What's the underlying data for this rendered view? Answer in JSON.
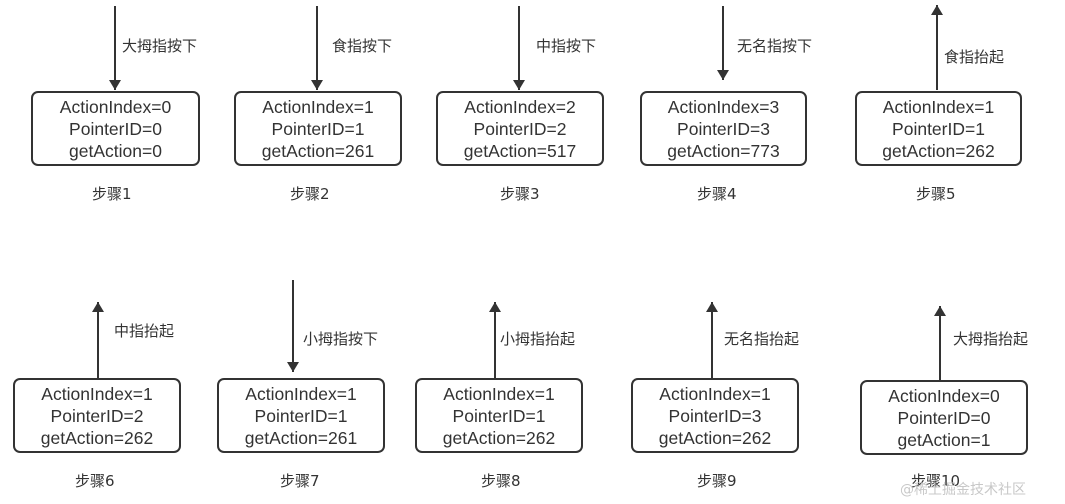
{
  "steps": [
    {
      "label": "大拇指按下",
      "action_index": "ActionIndex=0",
      "pointer_id": "PointerID=0",
      "get_action": "getAction=0",
      "step_label": "步骤1",
      "direction": "down"
    },
    {
      "label": "食指按下",
      "action_index": "ActionIndex=1",
      "pointer_id": "PointerID=1",
      "get_action": "getAction=261",
      "step_label": "步骤2",
      "direction": "down"
    },
    {
      "label": "中指按下",
      "action_index": "ActionIndex=2",
      "pointer_id": "PointerID=2",
      "get_action": "getAction=517",
      "step_label": "步骤3",
      "direction": "down"
    },
    {
      "label": "无名指按下",
      "action_index": "ActionIndex=3",
      "pointer_id": "PointerID=3",
      "get_action": "getAction=773",
      "step_label": "步骤4",
      "direction": "down"
    },
    {
      "label": "食指抬起",
      "action_index": "ActionIndex=1",
      "pointer_id": "PointerID=1",
      "get_action": "getAction=262",
      "step_label": "步骤5",
      "direction": "up"
    },
    {
      "label": "中指抬起",
      "action_index": "ActionIndex=1",
      "pointer_id": "PointerID=2",
      "get_action": "getAction=262",
      "step_label": "步骤6",
      "direction": "up"
    },
    {
      "label": "小拇指按下",
      "action_index": "ActionIndex=1",
      "pointer_id": "PointerID=1",
      "get_action": "getAction=261",
      "step_label": "步骤7",
      "direction": "down"
    },
    {
      "label": "小拇指抬起",
      "action_index": "ActionIndex=1",
      "pointer_id": "PointerID=1",
      "get_action": "getAction=262",
      "step_label": "步骤8",
      "direction": "up"
    },
    {
      "label": "无名指抬起",
      "action_index": "ActionIndex=1",
      "pointer_id": "PointerID=3",
      "get_action": "getAction=262",
      "step_label": "步骤9",
      "direction": "up"
    },
    {
      "label": "大拇指抬起",
      "action_index": "ActionIndex=0",
      "pointer_id": "PointerID=0",
      "get_action": "getAction=1",
      "step_label": "步骤10",
      "direction": "up"
    }
  ],
  "watermark": "@稀土掘金技术社区",
  "colors": {
    "line": "#333333",
    "text": "#333333",
    "background": "#ffffff"
  }
}
